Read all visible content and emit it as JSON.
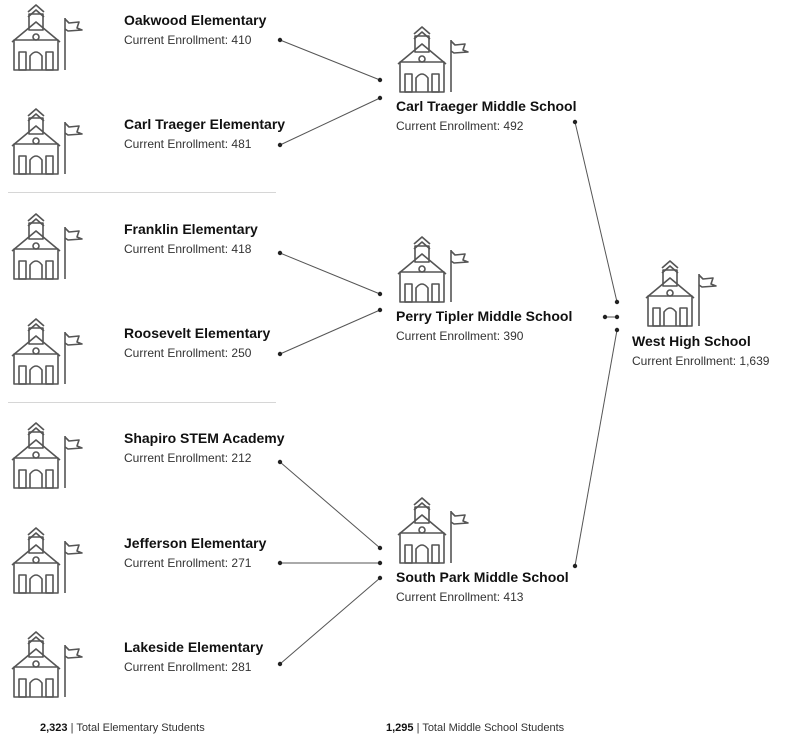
{
  "enrollment_label": "Current Enrollment:",
  "elementary": [
    {
      "name": "Oakwood Elementary",
      "enrollment": "410"
    },
    {
      "name": "Carl Traeger Elementary",
      "enrollment": "481"
    },
    {
      "name": "Franklin Elementary",
      "enrollment": "418"
    },
    {
      "name": "Roosevelt Elementary",
      "enrollment": "250"
    },
    {
      "name": "Shapiro STEM Academy",
      "enrollment": "212"
    },
    {
      "name": "Jefferson Elementary",
      "enrollment": "271"
    },
    {
      "name": "Lakeside Elementary",
      "enrollment": "281"
    }
  ],
  "middle": [
    {
      "name": "Carl Traeger Middle School",
      "enrollment": "492"
    },
    {
      "name": "Perry Tipler Middle School",
      "enrollment": "390"
    },
    {
      "name": "South Park Middle School",
      "enrollment": "413"
    }
  ],
  "high": {
    "name": "West High School",
    "enrollment": "1,639"
  },
  "totals": {
    "elementary_value": "2,323",
    "elementary_label": "Total Elementary Students",
    "middle_value": "1,295",
    "middle_label": "Total Middle School Students"
  },
  "icon": "schoolhouse-icon",
  "colors": {
    "line": "#555555",
    "icon_stroke": "#555555",
    "divider": "#d6d6d6"
  }
}
